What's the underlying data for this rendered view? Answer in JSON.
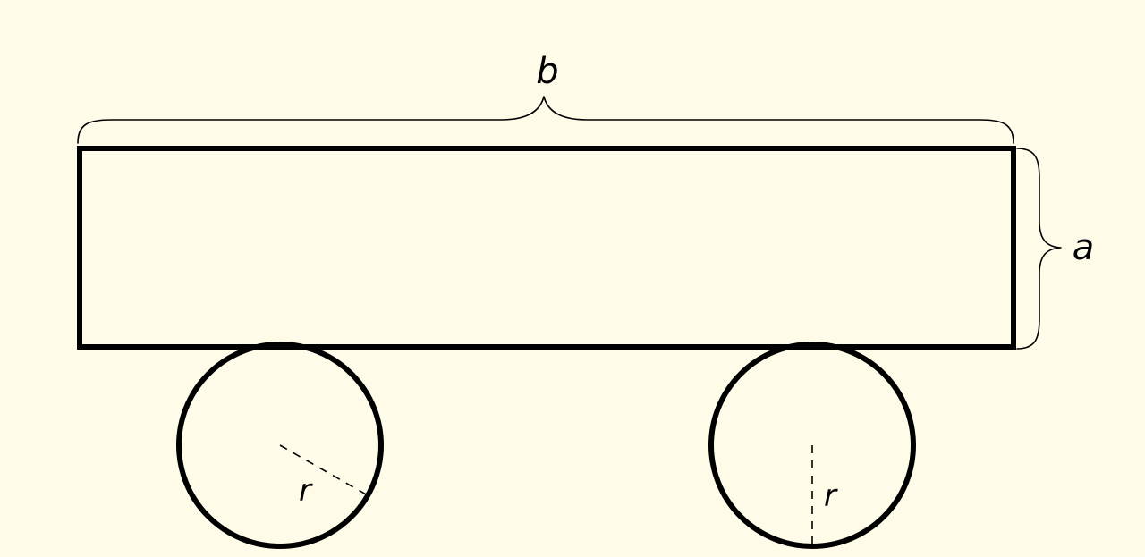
{
  "labels": {
    "width": "b",
    "height": "a",
    "left_wheel_radius": "r",
    "right_wheel_radius": "r"
  },
  "colors": {
    "background": "#fefbe9",
    "stroke": "#000000"
  }
}
